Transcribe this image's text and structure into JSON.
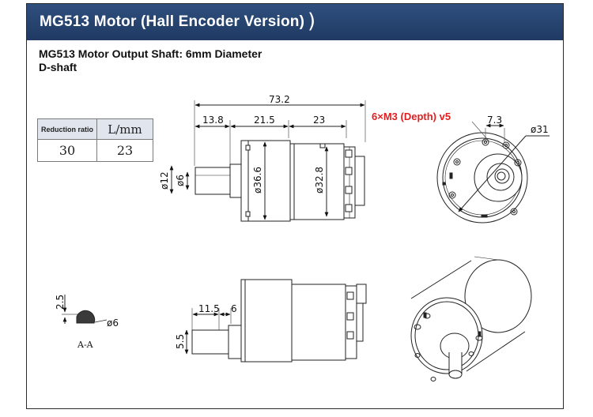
{
  "banner": {
    "title": "MG513 Motor (Hall Encoder Version)",
    "glyph": ")"
  },
  "subtitle": {
    "line1": "MG513 Motor Output Shaft: 6mm Diameter",
    "line2": "D-shaft"
  },
  "ratio_table": {
    "header_ratio": "Reduction ratio",
    "header_length": "L/mm",
    "value_ratio": "30",
    "value_length": "23"
  },
  "top_view": {
    "overall_length": "73.2",
    "dim_13_8": "13.8",
    "dim_21_5": "21.5",
    "dim_23": "23",
    "dim_d12": "ø12",
    "dim_d6": "ø6",
    "dim_d36_6": "ø36.6",
    "dim_d32_8": "ø32.8"
  },
  "end_view": {
    "note": "6×M3 (Depth) v5",
    "dim_7_3": "7.3",
    "dim_d31": "ø31"
  },
  "shaft_section": {
    "dim_2_5": "2.5",
    "dim_d6": "ø6",
    "caption": "A-A"
  },
  "side_view": {
    "dim_11_5": "11.5",
    "dim_6": "6",
    "dim_5_5": "5.5"
  },
  "colors": {
    "banner": "#1f3a63",
    "note": "#e02020",
    "table_header": "#e1e6ee"
  }
}
